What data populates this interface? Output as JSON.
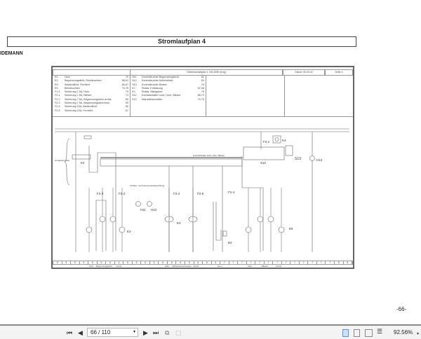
{
  "document": {
    "title": "Stromlaufplan 4",
    "brand": "IDEMANN",
    "header": {
      "plan": "Elektroschaltplan 1 250-DBE (treg)",
      "stand": "Stand: 05.09.02",
      "seite": "Seite 4"
    },
    "legend_left": [
      {
        "code": "E2",
        "desc": "Horn",
        "page": "70"
      },
      {
        "code": "E3",
        "desc": "Begrenzungslicht, Rückleuchten",
        "page": "58-61"
      },
      {
        "code": "E4",
        "desc": "Abblendlicht, Fernlicht",
        "page": "65-67"
      },
      {
        "code": "E5",
        "desc": "Blinkleuchten",
        "page": "73-75"
      },
      {
        "code": "F1-4",
        "desc": "Sicherung 7,5A, Horn",
        "page": "70"
      },
      {
        "code": "F2-1",
        "desc": "Sicherung 7,5A, Blinker",
        "page": "73"
      },
      {
        "code": "F2-2",
        "desc": "Sicherung 7,5A, Begrenzungslicht rechts",
        "page": "60"
      },
      {
        "code": "F2-3",
        "desc": "Sicherung 7,5A, Begrenzungslicht links",
        "page": "59"
      },
      {
        "code": "F2-4",
        "desc": "Sicherung 15A, Abblendlicht",
        "page": "65"
      },
      {
        "code": "F2-5",
        "desc": "Sicherung 15A, Fernlicht",
        "page": "67"
      }
    ],
    "legend_right": [
      {
        "code": "H11",
        "desc": "Kontrolleuchte Begrenzungslicht",
        "page": "62"
      },
      {
        "code": "H12",
        "desc": "Kontrolleuchte Abblendlicht",
        "page": "63"
      },
      {
        "code": "H13",
        "desc": "Kontrolleuchte Blinker",
        "page": "76"
      },
      {
        "code": "K2",
        "desc": "Relais, Entlastung",
        "page": "57-58"
      },
      {
        "code": "K3",
        "desc": "Relais, Blinkgeber",
        "page": "75"
      },
      {
        "code": "S12",
        "desc": "Kombischalter Licht, Horn, Blinker",
        "page": "58-72"
      },
      {
        "code": "S13",
        "desc": "Warnblinkschalter",
        "page": "74-75"
      }
    ],
    "diagram": {
      "armaturen": "Armaturen-brett",
      "beleuchtung": "Schalter- und Instrumentenbeleuchtung",
      "kombischalter": "Kombischalter Licht, Horn, Blinker",
      "labels": {
        "f23": "F2-3",
        "f22": "F2-2",
        "h11": "H11",
        "h12": "H12",
        "f24": "F2-4",
        "f25": "F2-5",
        "f14": "F1-4",
        "f21": "F2-1",
        "k3": "K3",
        "k2": "K2",
        "s12": "S12",
        "s13": "S13",
        "h13": "H13",
        "e3": "E3",
        "e4": "E4",
        "b2": "B2",
        "e5": "E5"
      },
      "strip": [
        "5",
        "5",
        "5",
        "5",
        "5",
        "5",
        "6",
        "6",
        "6",
        "6",
        "6",
        "6",
        "6",
        "6",
        "6",
        "6",
        "6",
        "6",
        "6",
        "7",
        "7",
        "7",
        "7",
        "7",
        "7",
        "7",
        "7",
        "7",
        "7",
        "7",
        "7",
        "7",
        "8",
        "8"
      ],
      "strip_labels": {
        "l1": "links",
        "bg": "Begrenzungslicht",
        "r1": "rechts",
        "l2": "links",
        "ab": "Abblendscheinwerfer",
        "r2": "rechts",
        "horn": "Horn",
        "l3": "links",
        "bl": "Blinker",
        "r3": "rechts"
      }
    },
    "page_footer": "-66-"
  },
  "toolbar": {
    "page_value": "66 / 110",
    "zoom": "92.56%"
  }
}
